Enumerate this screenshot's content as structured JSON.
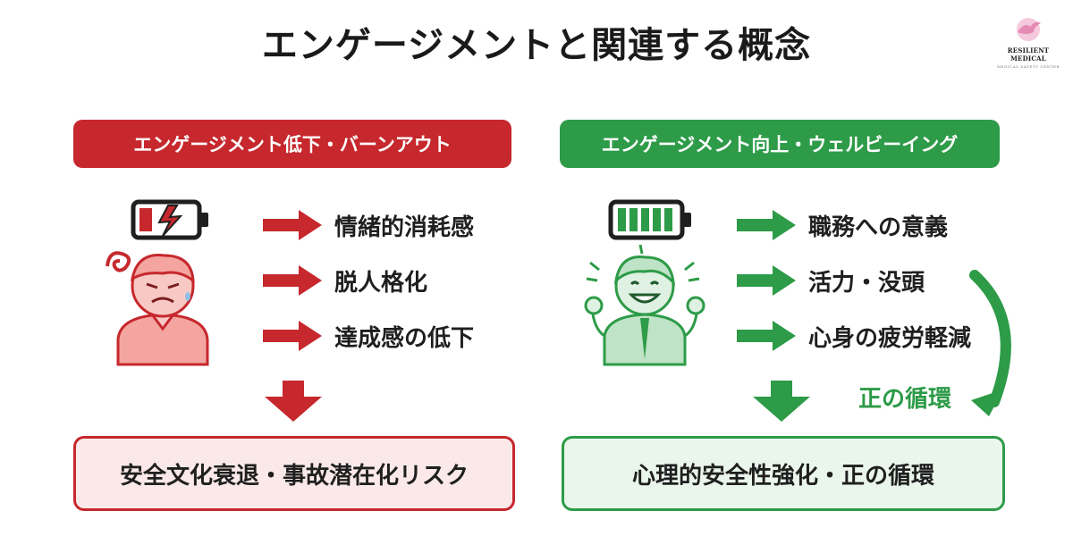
{
  "title": "エンゲージメントと関連する概念",
  "logo": {
    "label": "RESILIENT MEDICAL",
    "sub": "MEDICAL SAFETY CENTER"
  },
  "left": {
    "header": "エンゲージメント低下・バーンアウト",
    "items": [
      "情緒的消耗感",
      "脱人格化",
      "達成感の低下"
    ],
    "result": "安全文化衰退・事故潜在化リスク",
    "color": "#c6282d"
  },
  "right": {
    "header": "エンゲージメント向上・ウェルビーイング",
    "items": [
      "職務への意義",
      "活力・没頭",
      "心身の疲労軽減"
    ],
    "result": "心理的安全性強化・正の循環",
    "cycle_label": "正の循環",
    "color": "#2d9b48"
  },
  "icons": {
    "left_battery": "low-battery-icon",
    "left_person": "tired-person-icon",
    "right_battery": "full-battery-icon",
    "right_person": "energetic-person-icon"
  }
}
